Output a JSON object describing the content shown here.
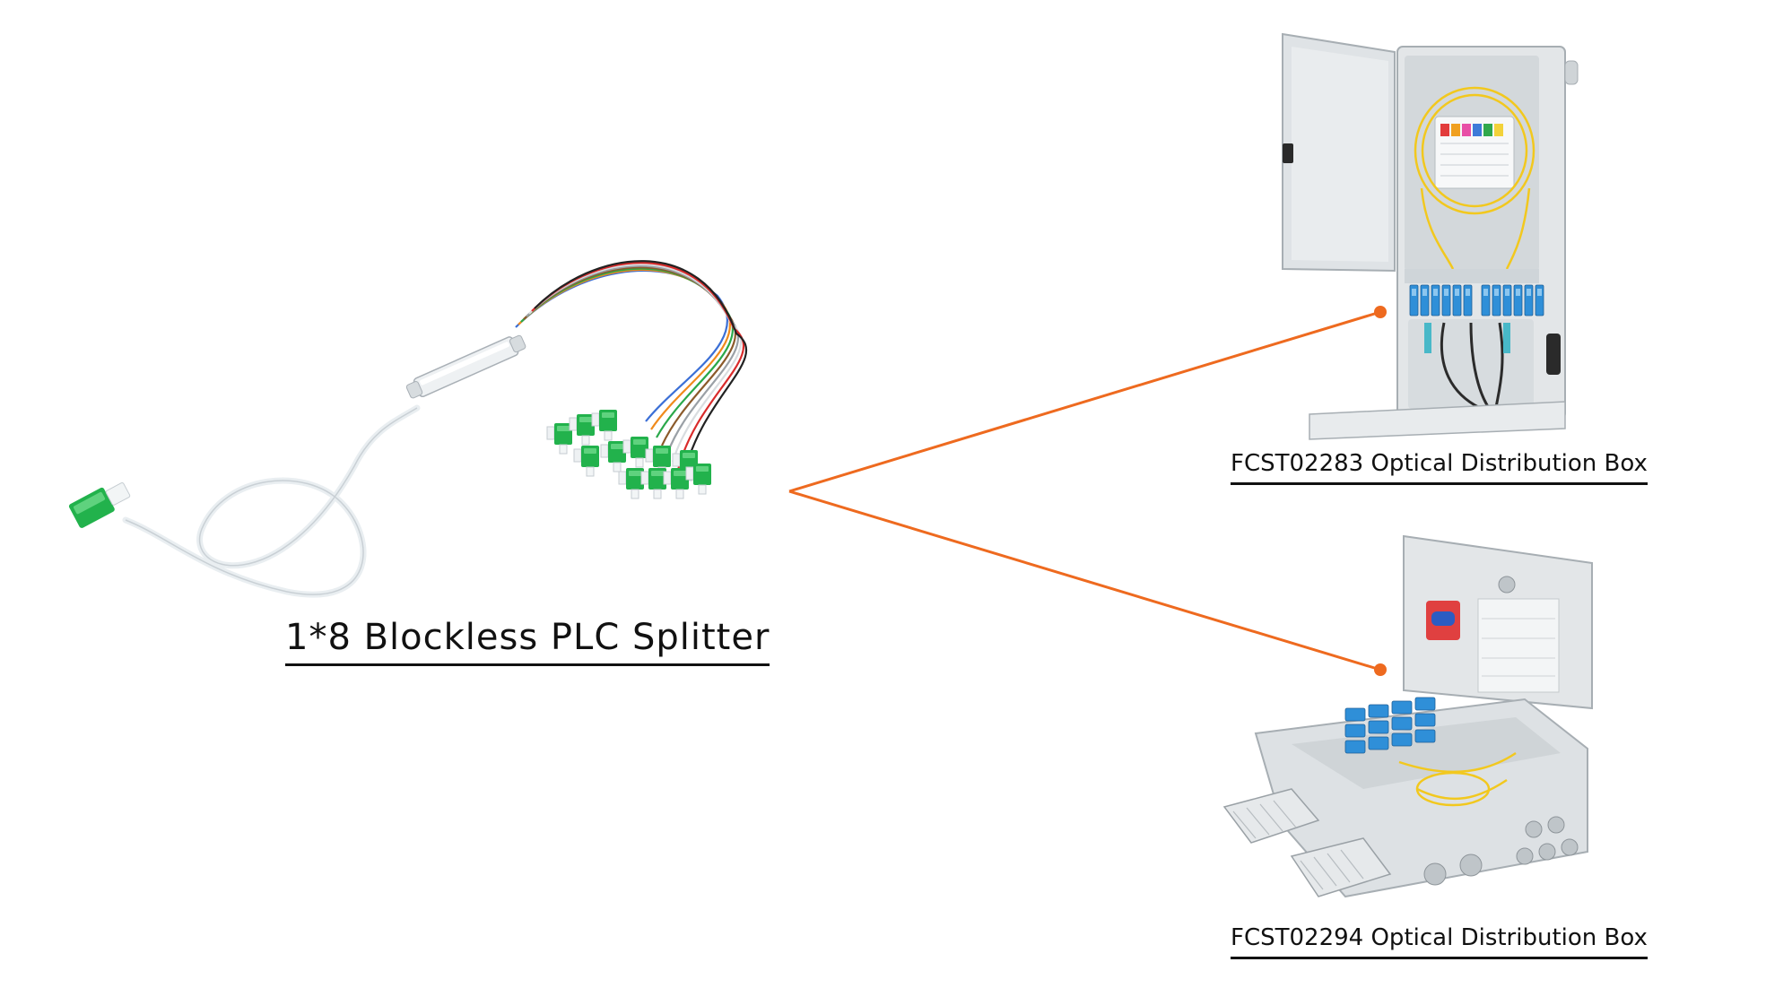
{
  "captions": {
    "splitter": "1*8 Blockless PLC Splitter",
    "box1": "FCST02283 Optical Distribution Box",
    "box2": "FCST02294 Optical Distribution Box"
  },
  "colors": {
    "connector_line": "#ee6a1f",
    "sc_apc_green": "#22b24c",
    "sc_upc_blue": "#2f8fd8",
    "enclosure_gray": "#e3e6e8",
    "fiber_yellow": "#f2c81e"
  },
  "fiber_colors": [
    "#3b6fd6",
    "#f08a1c",
    "#2aa84a",
    "#8b5a2b",
    "#9aa0a6",
    "#ffffff",
    "#d92b2b",
    "#222222"
  ]
}
